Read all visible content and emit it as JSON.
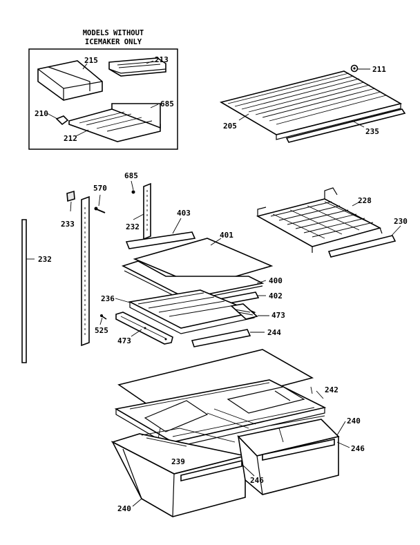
{
  "inset_box": {
    "title_line1": "MODELS WITHOUT",
    "title_line2": "ICEMAKER ONLY"
  },
  "callouts": {
    "c215": "215",
    "c213": "213",
    "c210": "210",
    "c685a": "685",
    "c212": "212",
    "c211": "211",
    "c205": "205",
    "c235": "235",
    "c685b": "685",
    "c570": "570",
    "c233": "233",
    "c232a": "232",
    "c232b": "232",
    "c403": "403",
    "c401": "401",
    "c228": "228",
    "c230": "230",
    "c400": "400",
    "c402": "402",
    "c236": "236",
    "c473a": "473",
    "c525": "525",
    "c473b": "473",
    "c244": "244",
    "c242": "242",
    "c240a": "240",
    "c246a": "246",
    "c239": "239",
    "c246b": "246",
    "c240b": "240"
  }
}
